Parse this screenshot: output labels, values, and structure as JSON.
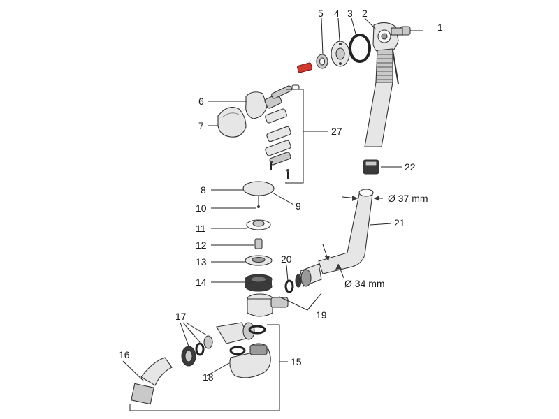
{
  "callouts": {
    "c1": "1",
    "c2": "2",
    "c3": "3",
    "c4": "4",
    "c5": "5",
    "c6": "6",
    "c7": "7",
    "c8": "8",
    "c9": "9",
    "c10": "10",
    "c11": "11",
    "c12": "12",
    "c13": "13",
    "c14": "14",
    "c15": "15",
    "c16": "16",
    "c17": "17",
    "c18": "18",
    "c19": "19",
    "c20": "20",
    "c21": "21",
    "c22": "22",
    "c27": "27"
  },
  "dimensions": {
    "d37": "Ø 37 mm",
    "d34": "Ø 34 mm"
  },
  "colors": {
    "highlight_part": "#d03a2e",
    "outline": "#333333"
  }
}
